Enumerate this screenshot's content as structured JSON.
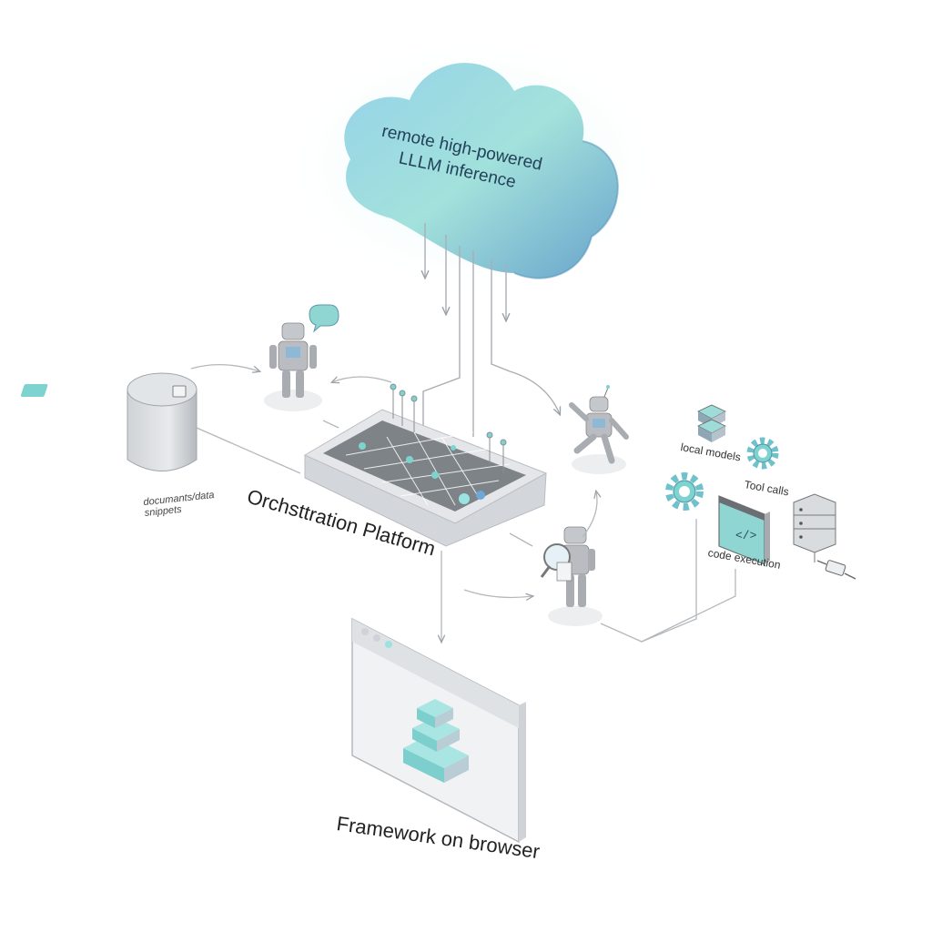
{
  "diagram": {
    "cloud_label_line1": "remote high-powered",
    "cloud_label_line2": "LLLM inference",
    "platform_label": "Orchsttration Platform",
    "browser_label": "Framework on browser",
    "database_label_line1": "documants/data",
    "database_label_line2": "snippets",
    "tools": {
      "local_models": "local models",
      "tool_calls": "Tool calls",
      "code_execution": "code execution"
    }
  },
  "colors": {
    "cloud_light": "#9fe0da",
    "cloud_dark": "#6aa8cf",
    "accent_teal": "#7dd3d0",
    "accent_blue": "#6fa8d6",
    "robot_grey": "#b9bcc1",
    "line_grey": "#a9aeb4"
  },
  "icons": [
    "cloud-icon",
    "robot-icon",
    "database-icon",
    "gear-icon",
    "code-window-icon",
    "server-rack-icon",
    "plug-icon",
    "magnifier-icon",
    "speech-bubble-icon",
    "browser-window-icon"
  ]
}
